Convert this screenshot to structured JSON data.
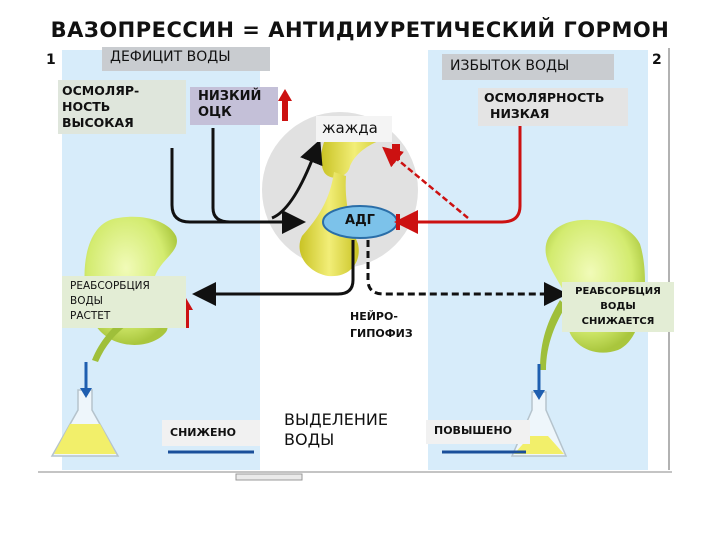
{
  "title": "ВАЗОПРЕССИН = АНТИДИУРЕТИЧЕСКИЙ ГОРМОН",
  "panel_numbers": {
    "left": "1",
    "right": "2"
  },
  "left": {
    "header": "ДЕФИЦИТ ВОДЫ",
    "osmolarity": [
      "ОСМОЛЯР-",
      "НОСТЬ",
      "ВЫСОКАЯ"
    ],
    "low_bcv": [
      "НИЗКИЙ",
      "ОЦК"
    ],
    "reabsorption": [
      "РЕАБСОРБЦИЯ",
      "ВОДЫ",
      "РАСТЕТ"
    ],
    "output": "СНИЖЕНО"
  },
  "right": {
    "header": "ИЗБЫТОК ВОДЫ",
    "osmolarity": [
      "ОСМОЛЯРНОСТЬ",
      "НИЗКАЯ"
    ],
    "reabsorption": [
      "РЕАБСОРБЦИЯ",
      "ВОДЫ",
      "СНИЖАЕТСЯ"
    ],
    "output": "ПОВЫШЕНО"
  },
  "center": {
    "thirst": "жажда",
    "adh": "АДГ",
    "neurohypophysis": [
      "НЕЙРО-",
      "ГИПОФИЗ"
    ],
    "water_excretion": [
      "ВЫДЕЛЕНИЕ",
      "ВОДЫ"
    ]
  },
  "colors": {
    "panel_bg": "#d7ecfa",
    "kidney": "#d6ec7a",
    "arrow_black": "#111111",
    "arrow_red": "#cc1111",
    "arrow_blue": "#1f5fb0",
    "urine": "#f2ef6a"
  },
  "icons": [
    "kidney",
    "flask",
    "pituitary-gland",
    "up-arrow",
    "down-arrow"
  ]
}
